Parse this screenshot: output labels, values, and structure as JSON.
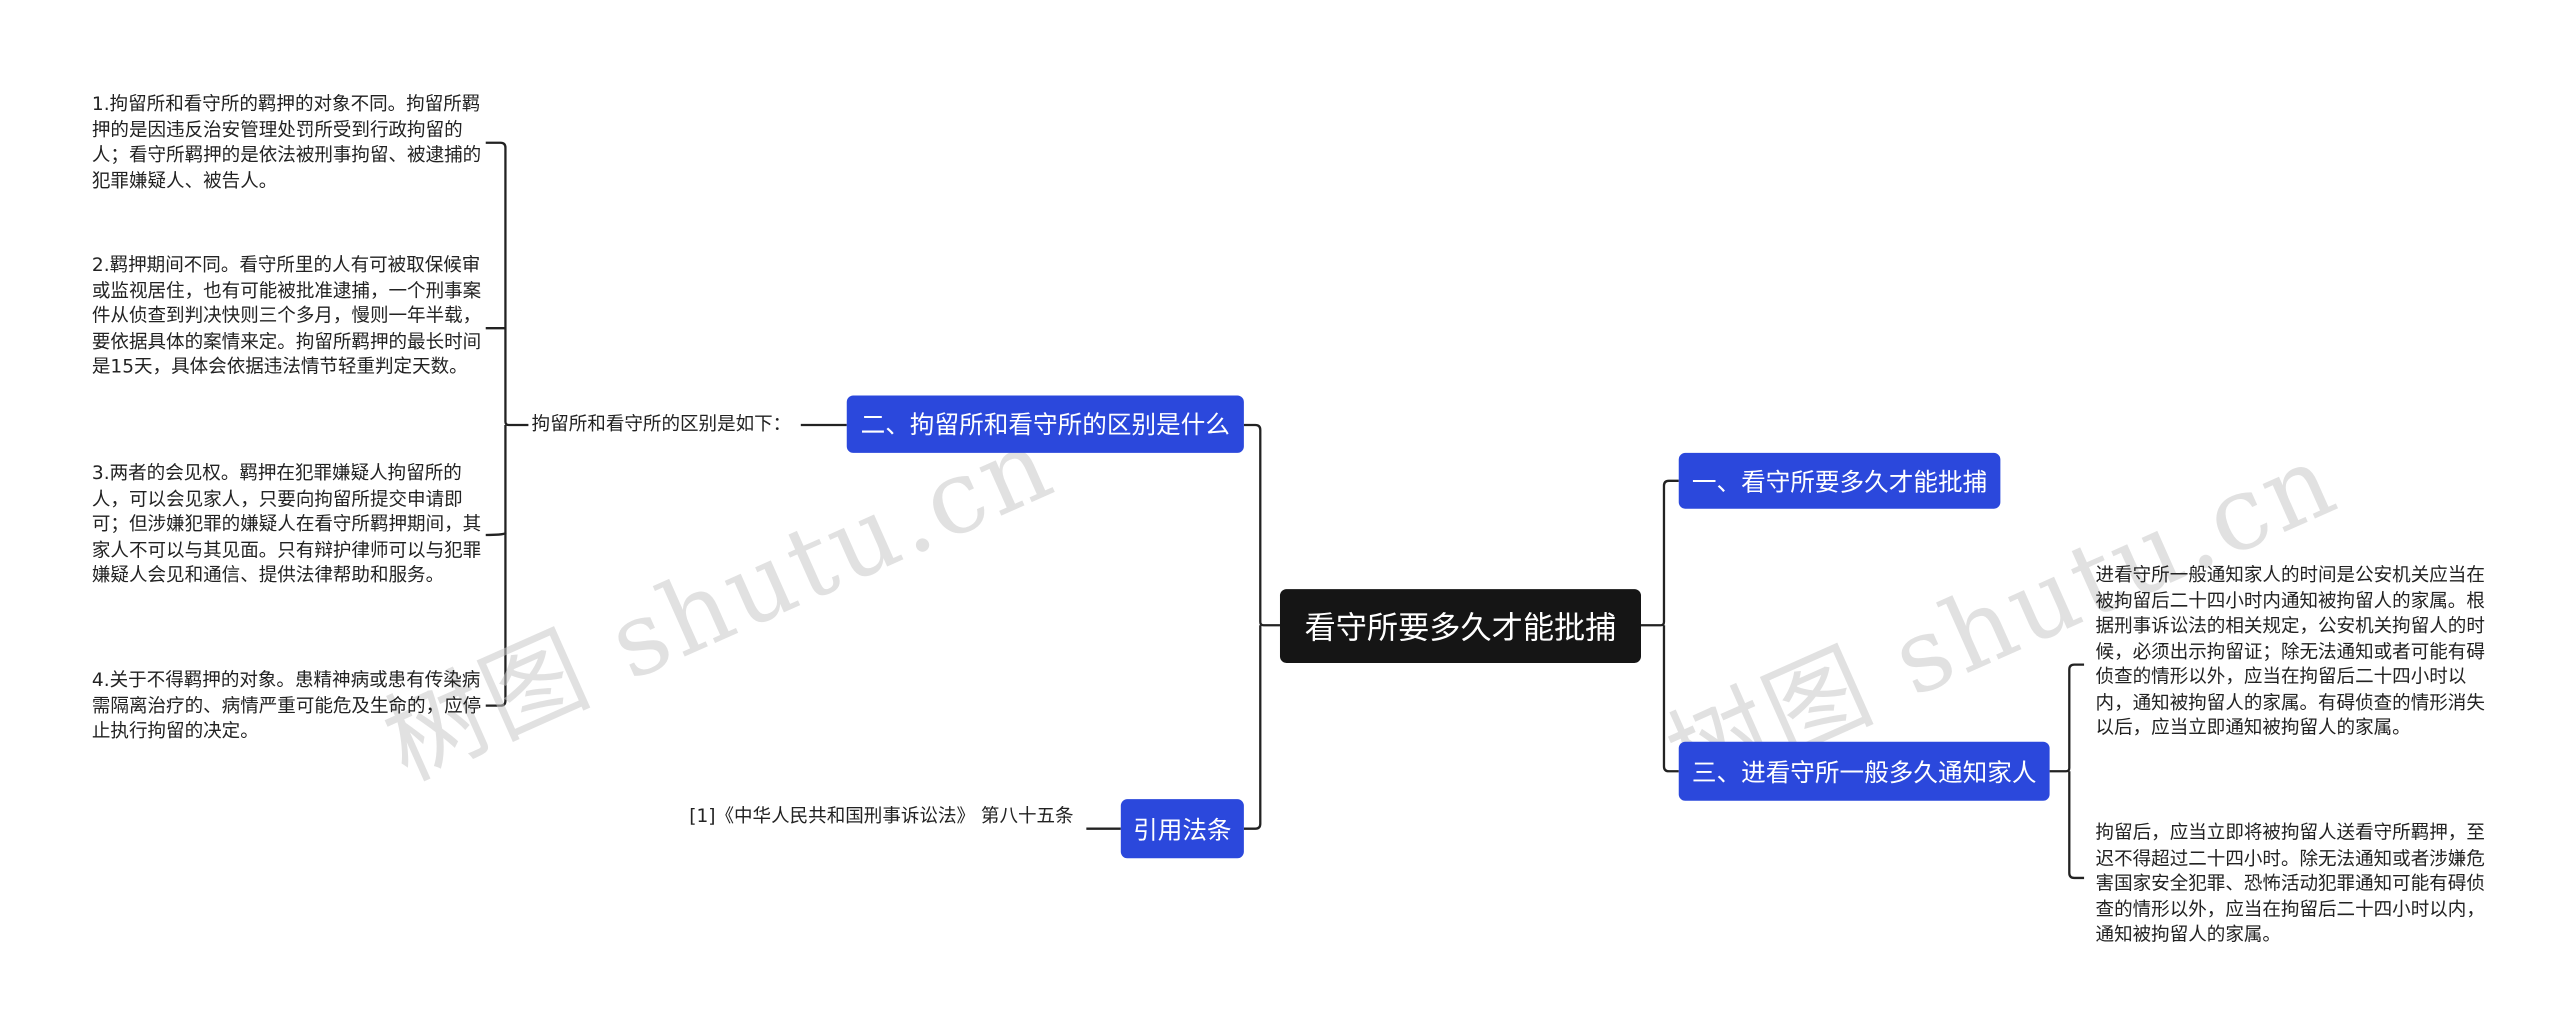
{
  "root": {
    "label": "看守所要多久才能批捕"
  },
  "branches": {
    "difference": {
      "label": "二、拘留所和看守所的区别是什么"
    },
    "approval": {
      "label": "一、看守所要多久才能批捕"
    },
    "notify": {
      "label": "三、进看守所一般多久通知家人"
    },
    "law": {
      "label": "引用法条"
    }
  },
  "difference_intro": "拘留所和看守所的区别是如下：",
  "difference_points": [
    "1.拘留所和看守所的羁押的对象不同。拘留所羁押的是因违反治安管理处罚所受到行政拘留的人；看守所羁押的是依法被刑事拘留、被逮捕的犯罪嫌疑人、被告人。",
    "2.羁押期间不同。看守所里的人有可被取保候审或监视居住，也有可能被批准逮捕，一个刑事案件从侦查到判决快则三个多月，慢则一年半载，要依据具体的案情来定。拘留所羁押的最长时间是15天，具体会依据违法情节轻重判定天数。",
    "3.两者的会见权。羁押在犯罪嫌疑人拘留所的人，可以会见家人，只要向拘留所提交申请即可；但涉嫌犯罪的嫌疑人在看守所羁押期间，其家人不可以与其见面。只有辩护律师可以与犯罪嫌疑人会见和通信、提供法律帮助和服务。",
    "4.关于不得羁押的对象。患精神病或患有传染病需隔离治疗的、病情严重可能危及生命的，应停止执行拘留的决定。"
  ],
  "notify_points": [
    "进看守所一般通知家人的时间是公安机关应当在被拘留后二十四小时内通知被拘留人的家属。根据刑事诉讼法的相关规定，公安机关拘留人的时候，必须出示拘留证；除无法通知或者可能有碍侦查的情形以外，应当在拘留后二十四小时以内，通知被拘留人的家属。有碍侦查的情形消失以后，应当立即通知被拘留人的家属。",
    "拘留后，应当立即将被拘留人送看守所羁押，至迟不得超过二十四小时。除无法通知或者涉嫌危害国家安全犯罪、恐怖活动犯罪通知可能有碍侦查的情形以外，应当在拘留后二十四小时以内，通知被拘留人的家属。"
  ],
  "law_ref": "[1]《中华人民共和国刑事诉讼法》 第八十五条",
  "watermarks": [
    "树图 shutu.cn",
    "树图 shutu.cn"
  ],
  "colors": {
    "root": "#151515",
    "branch": "#2b48dc",
    "line": "#222222",
    "text": "#222222"
  }
}
